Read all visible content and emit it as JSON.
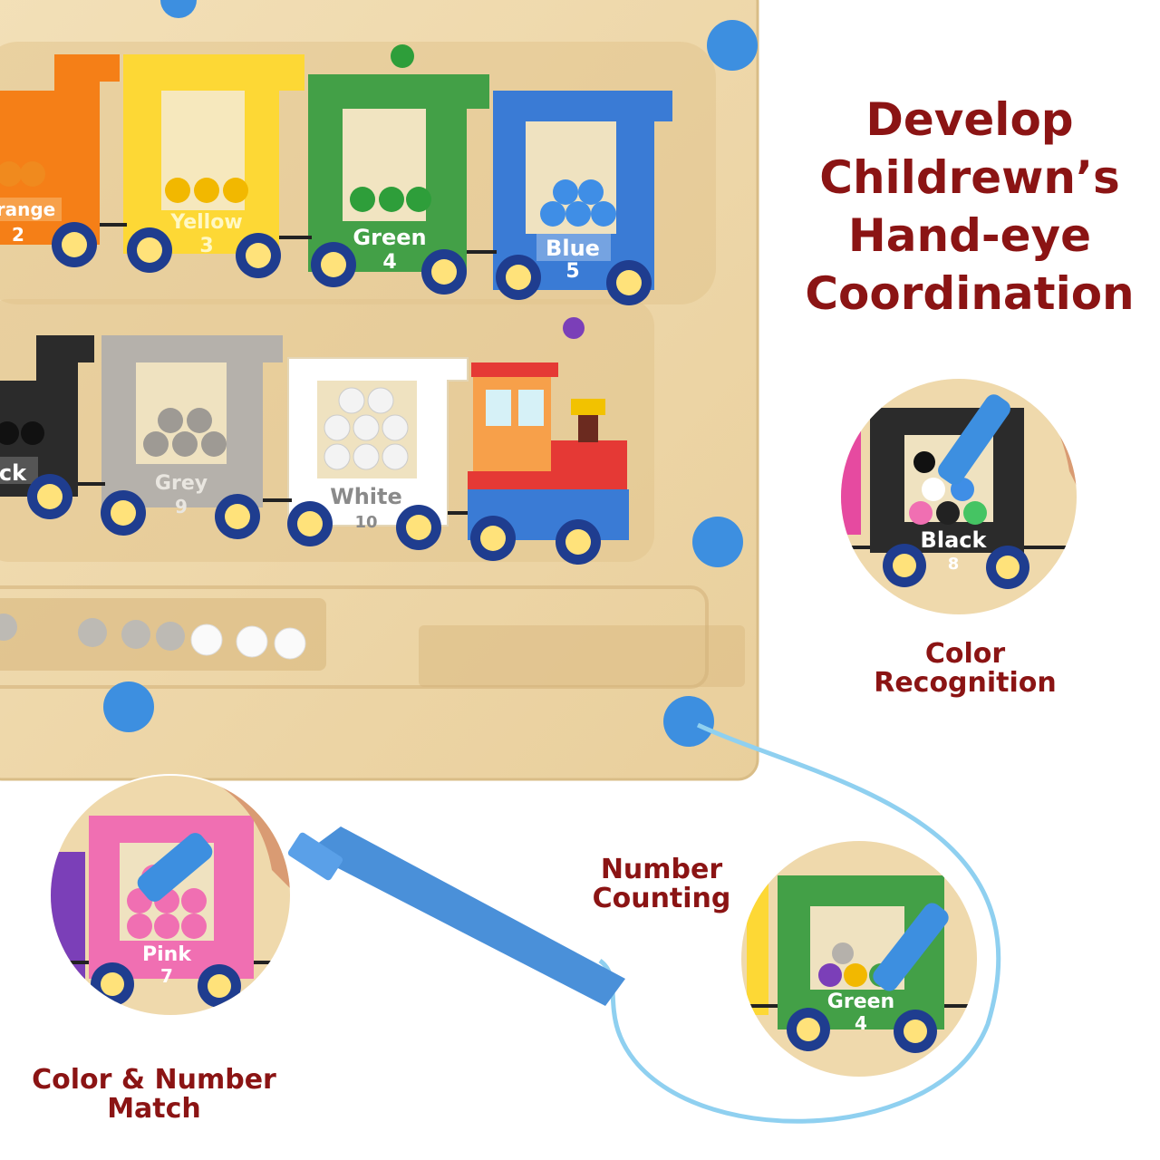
{
  "headline": [
    "Develop",
    "Childrewn’s",
    "Hand-eye",
    "Coordination"
  ],
  "captions": {
    "color_recognition": [
      "Color",
      "Recognition"
    ],
    "number_counting": [
      "Number",
      "Counting"
    ],
    "color_number_match": [
      "Color & Number",
      "Match"
    ]
  },
  "cars": [
    {
      "label": "Orange",
      "number": "2",
      "color": "#f57f17"
    },
    {
      "label": "Yellow",
      "number": "3",
      "color": "#fdd835"
    },
    {
      "label": "Green",
      "number": "4",
      "color": "#43a047"
    },
    {
      "label": "Blue",
      "number": "5",
      "color": "#3a7bd5"
    },
    {
      "label": "Black",
      "number": "8",
      "color": "#2b2b2b"
    },
    {
      "label": "Grey",
      "number": "9",
      "color": "#b5b1ab"
    },
    {
      "label": "White",
      "number": "10",
      "color": "#ffffff"
    },
    {
      "label": "Pink",
      "number": "7",
      "color": "#f06fb2"
    }
  ],
  "colors": {
    "text_red": "#8b1414",
    "wood": "#efd9ac",
    "pen_blue": "#4a90d9",
    "knob_blue": "#3d8fe0"
  }
}
